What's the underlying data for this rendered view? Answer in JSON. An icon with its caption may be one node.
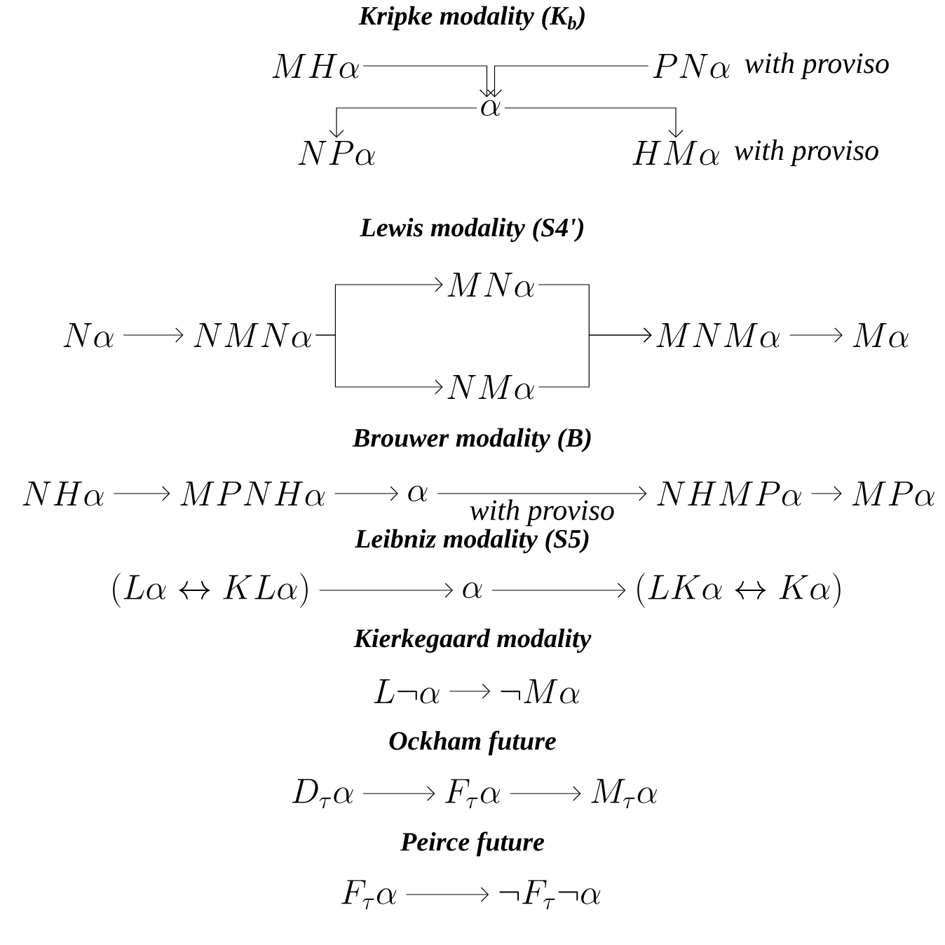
{
  "diagram": {
    "nodes": [
      {
        "text": [
          "MH\\alpha"
        ]
      },
      {
        "text": [
          "PN\\alpha"
        ],
        "beside": [
          "with proviso"
        ]
      },
      {
        "text": [
          "\\alpha"
        ]
      },
      {
        "text": [
          "NP\\alpha"
        ]
      },
      {
        "text": [
          "HM\\alpha"
        ],
        "beside": [
          "with proviso"
        ]
      },
      {
        "text": [
          "N\\alpha"
        ]
      },
      {
        "text": [
          "NMN\\alpha"
        ]
      },
      {
        "text": [
          "MN\\alpha"
        ]
      },
      {
        "text": [
          "NM\\alpha"
        ]
      },
      {
        "text": [
          "MNM\\alpha"
        ]
      },
      {
        "text": [
          "M\\alpha"
        ]
      },
      {
        "text": [
          "NH\\alpha"
        ]
      },
      {
        "text": [
          "MPNH\\alpha"
        ]
      },
      {
        "text": [
          "\\alpha"
        ]
      },
      {
        "text": [
          "NHMP\\alpha"
        ]
      },
      {
        "text": [
          "MP\\alpha"
        ]
      },
      {
        "text": [
          "(L\\alpha \\leftrightarrow KL\\alpha)"
        ]
      },
      {
        "text": [
          "\\alpha"
        ]
      },
      {
        "text": [
          "(LK\\alpha \\leftrightarrow K\\alpha)"
        ]
      },
      {
        "text": [
          "L\\neg\\alpha"
        ]
      },
      {
        "text": [
          "\\neg M\\alpha"
        ]
      },
      {
        "text": [
          "D_\\tau\\alpha"
        ]
      },
      {
        "text": [
          "F_\\tau\\alpha"
        ]
      },
      {
        "text": [
          "M_\\tau\\alpha"
        ]
      },
      {
        "text": [
          "F_\\tau\\alpha"
        ]
      },
      {
        "text": [
          "\\neg F_\\tau\\neg\\alpha"
        ]
      }
    ],
    "edges": [
      {
        "from": 0,
        "to": 2,
        "arrow": "to"
      },
      {
        "from": 1,
        "to": 2,
        "arrow": "to"
      },
      {
        "from": 2,
        "to": 3,
        "arrow": "to"
      },
      {
        "from": 2,
        "to": 4,
        "arrow": "to"
      },
      {
        "from": 5,
        "to": 6,
        "arrow": "to"
      },
      {
        "from": 6,
        "to": 7,
        "arrow": "to"
      },
      {
        "from": 6,
        "to": 8,
        "arrow": "to"
      },
      {
        "from": 7,
        "to": 9,
        "arrow": "to"
      },
      {
        "from": 8,
        "to": 9,
        "arrow": "to"
      },
      {
        "from": 9,
        "to": 10,
        "arrow": "to"
      },
      {
        "from": 11,
        "to": 12,
        "arrow": "to"
      },
      {
        "from": 12,
        "to": 13,
        "arrow": "to"
      },
      {
        "from": 13,
        "to": 14,
        "arrow": "to",
        "label": "with proviso"
      },
      {
        "from": 14,
        "to": 15,
        "arrow": "to"
      },
      {
        "from": 16,
        "to": 17,
        "arrow": "to"
      },
      {
        "from": 17,
        "to": 18,
        "arrow": "to"
      },
      {
        "from": 19,
        "to": 20,
        "arrow": "to"
      },
      {
        "from": 21,
        "to": 22,
        "arrow": "to"
      },
      {
        "from": 22,
        "to": 23,
        "arrow": "to"
      },
      {
        "from": 24,
        "to": 25,
        "arrow": "to"
      }
    ],
    "labels": [
      "Kripke modality (K$_{b}$)",
      "Lewis modality (S4')",
      "Brouwer modality (B)",
      "Leibniz modality (S5)",
      "Kierkegaard modality",
      "Ockham future",
      "Peirce future"
    ]
  }
}
